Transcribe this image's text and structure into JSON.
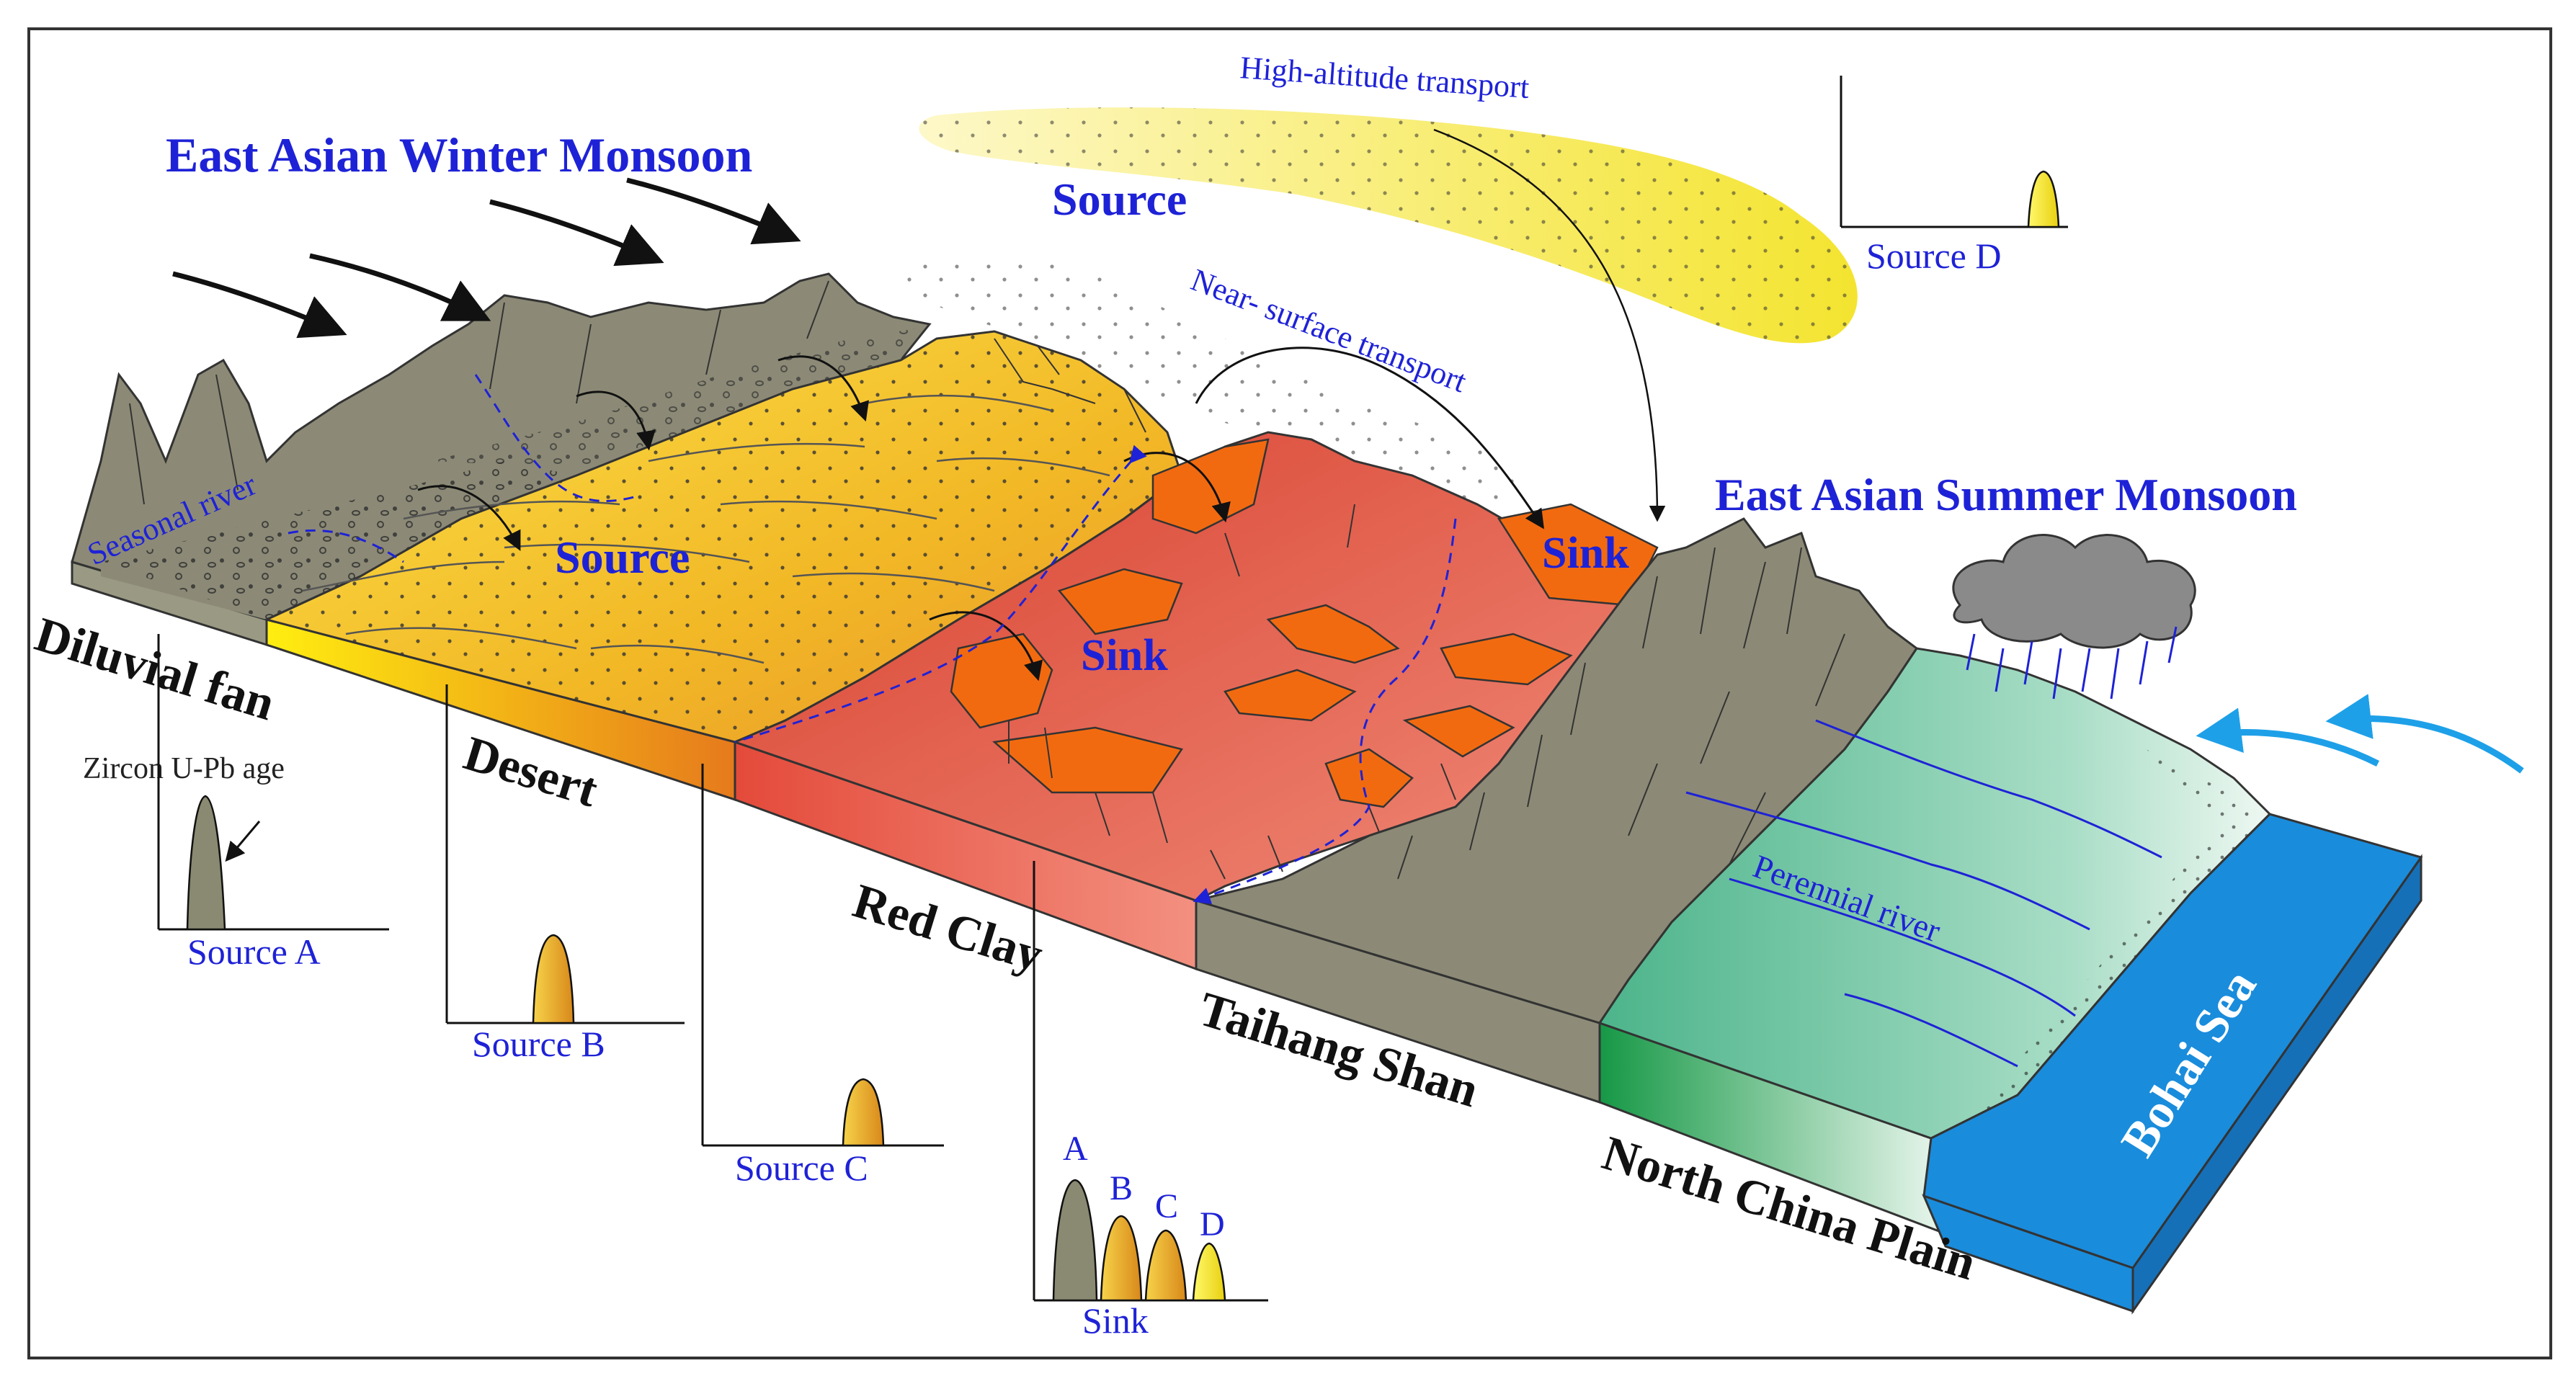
{
  "monsoons": {
    "winter": "East Asian Winter Monsoon",
    "summer": "East Asian Summer Monsoon"
  },
  "transport": {
    "high": "High-altitude transport",
    "near": "Near- surface transport"
  },
  "zones": {
    "source_upper": "Source",
    "source_desert": "Source",
    "sink_center": "Sink",
    "sink_right": "Sink"
  },
  "rivers": {
    "seasonal": "Seasonal river",
    "perennial": "Perennial river"
  },
  "front_labels": {
    "diluvial_fan": "Diluvial fan",
    "desert": "Desert",
    "red_clay": "Red Clay",
    "taihang": "Taihang Shan",
    "north_china": "North China Plain",
    "bohai": "Bohai Sea"
  },
  "zircon_label": "Zircon U-Pb age",
  "age_plots": [
    {
      "label": "Source A"
    },
    {
      "label": "Source B"
    },
    {
      "label": "Source C"
    },
    {
      "label": "Source D"
    }
  ],
  "sink_plot": {
    "label": "Sink",
    "peaks": [
      "A",
      "B",
      "C",
      "D"
    ]
  },
  "colors": {
    "text_blue": "#1e22d6",
    "source_a_peak": "#8a8a72",
    "source_b_peak": "#e8a010",
    "source_c_peak": "#e8a010",
    "source_d_peak": "#f2e21a",
    "mountain": "#8c8a76",
    "desert": "#f0c020",
    "red_clay": "#e0604a",
    "plain": "#7ccaa8",
    "sea": "#1a8cdc",
    "arrow_cyan": "#1ea0e8"
  }
}
